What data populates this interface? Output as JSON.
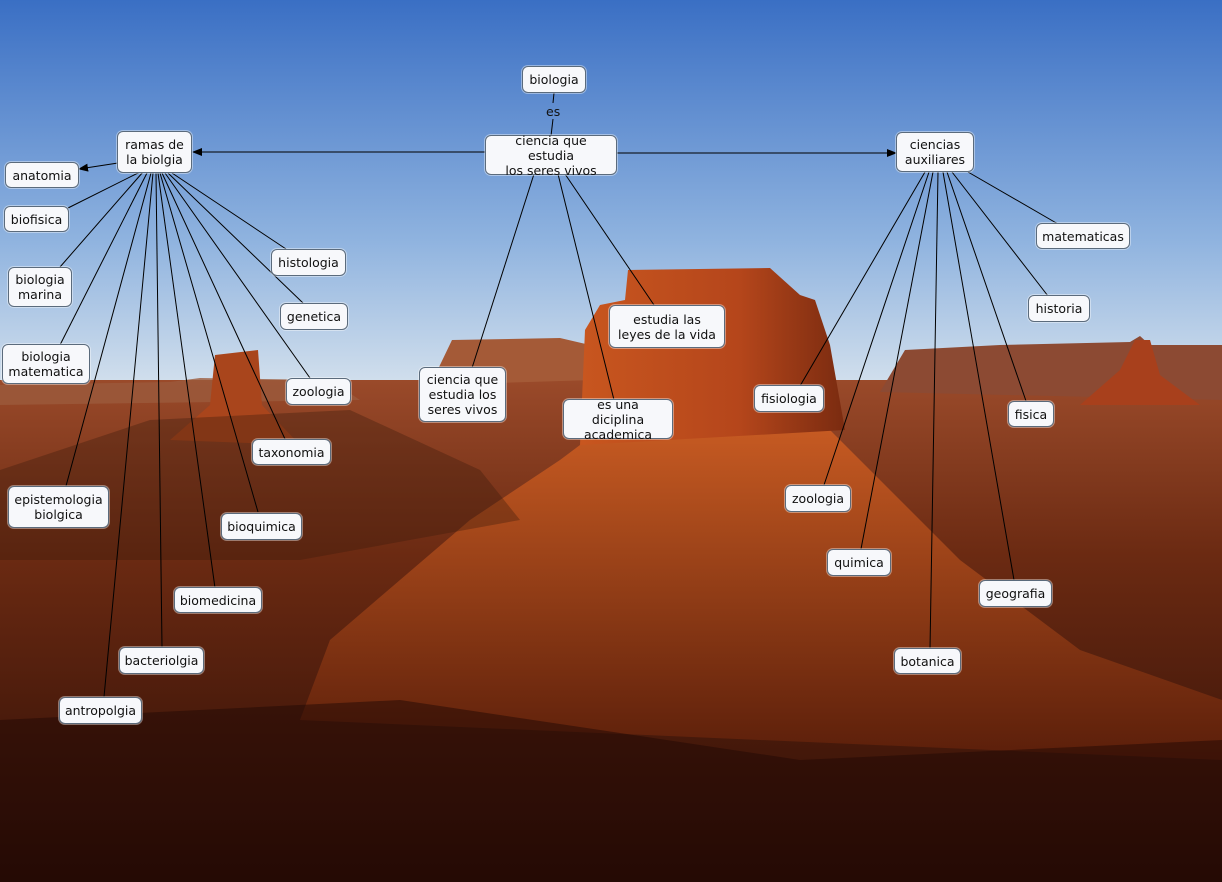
{
  "colors": {
    "sky_top": "#3f74c7",
    "sky_bottom": "#cfdff0",
    "rock": "#b4471d",
    "ground_dark": "#3a1208",
    "line": "#000000"
  },
  "link_labels": {
    "es": "es"
  },
  "nodes": {
    "biologia": "biologia",
    "ciencia_main": "ciencia que estudia\nlos seres vivos",
    "ramas": "ramas de\nla biolgia",
    "auxiliares": "ciencias\nauxiliares",
    "anatomia": "anatomia",
    "biofisica": "biofisica",
    "biologia_marina": "biologia\nmarina",
    "biologia_matematica": "biologia\nmatematica",
    "epistemologia": "epistemologia\nbiolgica",
    "antropolgia": "antropolgia",
    "bacteriolgia": "bacteriolgia",
    "biomedicina": "biomedicina",
    "bioquimica": "bioquimica",
    "taxonomia": "taxonomia",
    "zoologia_left": "zoologia",
    "genetica": "genetica",
    "histologia": "histologia",
    "ciencia_sub": "ciencia que\nestudia los\nseres vivos",
    "diciplina": "es una diciplina\nacademica",
    "leyes": "estudia las\nleyes de la vida",
    "matematicas": "matematicas",
    "historia": "historia",
    "fisica": "fisica",
    "geografia": "geografia",
    "botanica": "botanica",
    "quimica": "quimica",
    "zoologia_right": "zoologia",
    "fisiologia": "fisiologia"
  }
}
